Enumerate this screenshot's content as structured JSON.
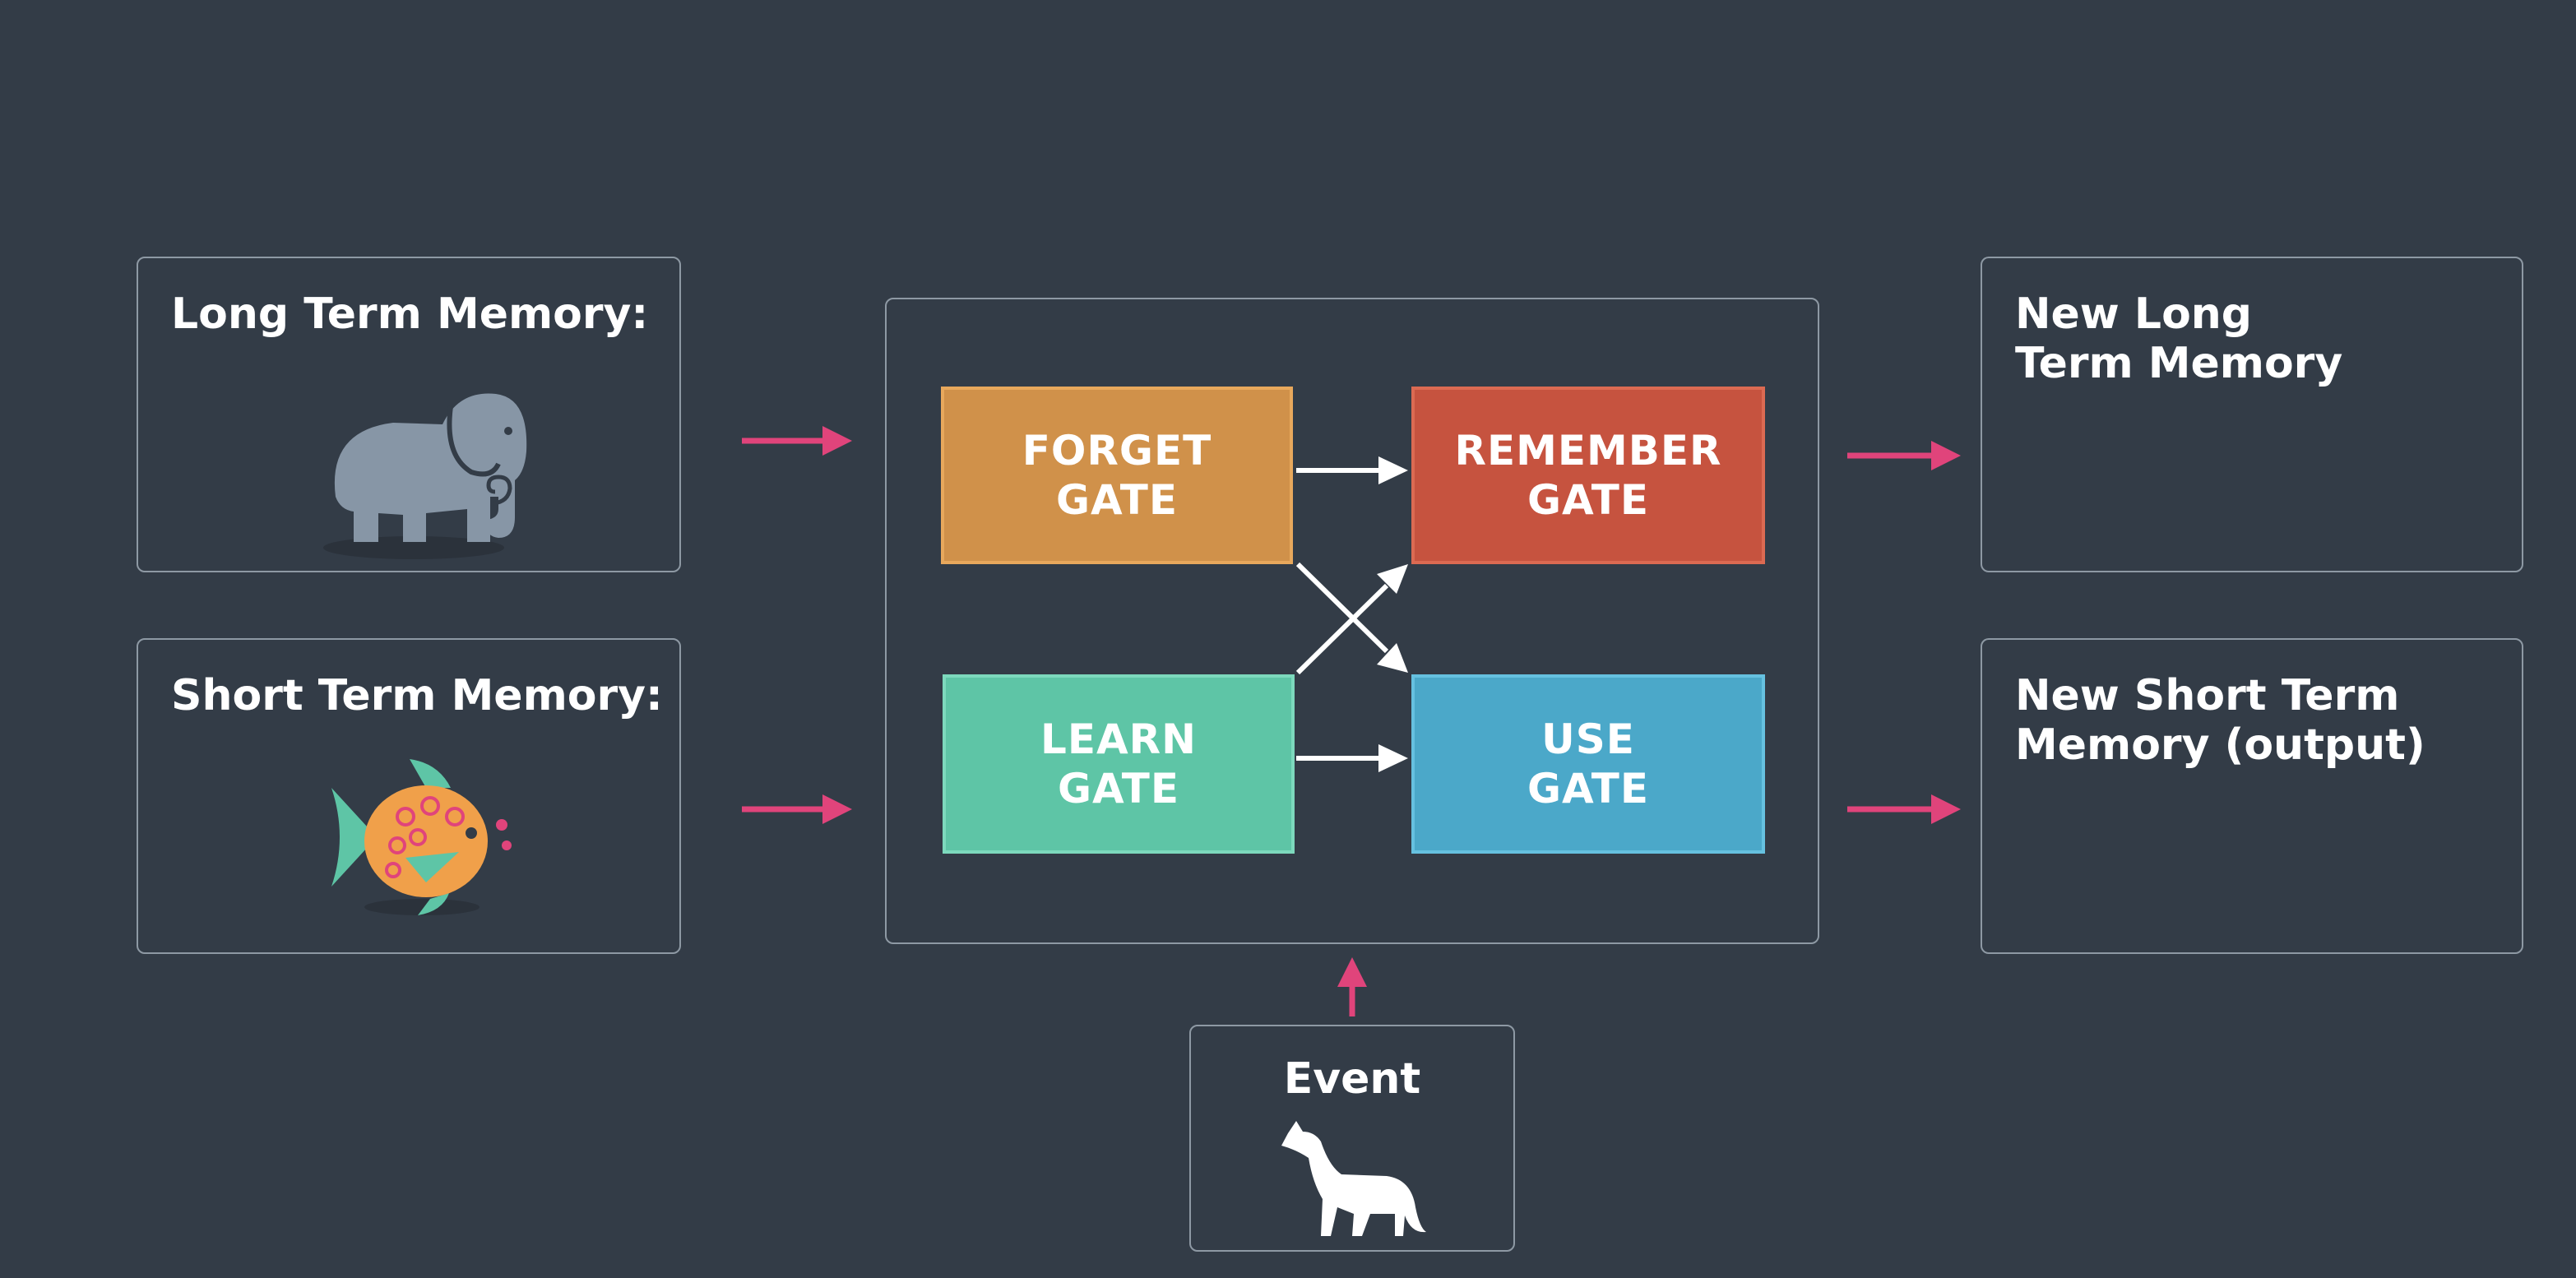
{
  "inputs": {
    "long_term_memory": "Long Term Memory:",
    "short_term_memory": "Short Term Memory:",
    "event": "Event"
  },
  "outputs": {
    "new_long_term_memory": "New Long\nTerm Memory",
    "new_short_term_memory": "New Short Term\nMemory (output)"
  },
  "gates": {
    "forget": {
      "label": "FORGET\nGATE",
      "color": "#d0914a"
    },
    "remember": {
      "label": "REMEMBER\nGATE",
      "color": "#c6533f"
    },
    "learn": {
      "label": "LEARN\nGATE",
      "color": "#5ec5a6"
    },
    "use": {
      "label": "USE\nGATE",
      "color": "#4ba8c9"
    }
  },
  "icons": {
    "long_term": "elephant-icon",
    "short_term": "fish-icon",
    "event": "wolf-icon"
  },
  "colors": {
    "background": "#333c47",
    "panel_border": "#8e99a4",
    "input_arrow": "#e0447b",
    "flow_arrow": "#ffffff"
  }
}
